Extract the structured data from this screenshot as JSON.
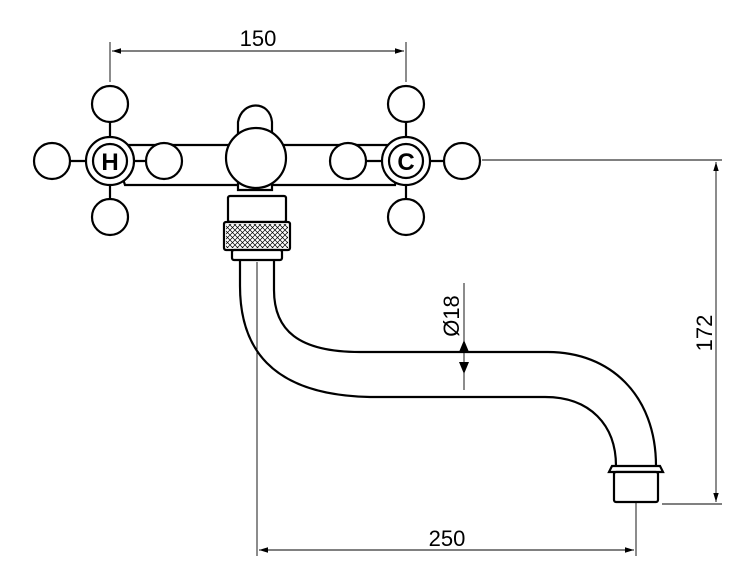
{
  "dimensions": {
    "handle_spacing": "150",
    "spout_reach": "250",
    "height": "172",
    "pipe_diameter": "Ø18"
  },
  "handles": {
    "hot_label": "H",
    "cold_label": "C"
  }
}
